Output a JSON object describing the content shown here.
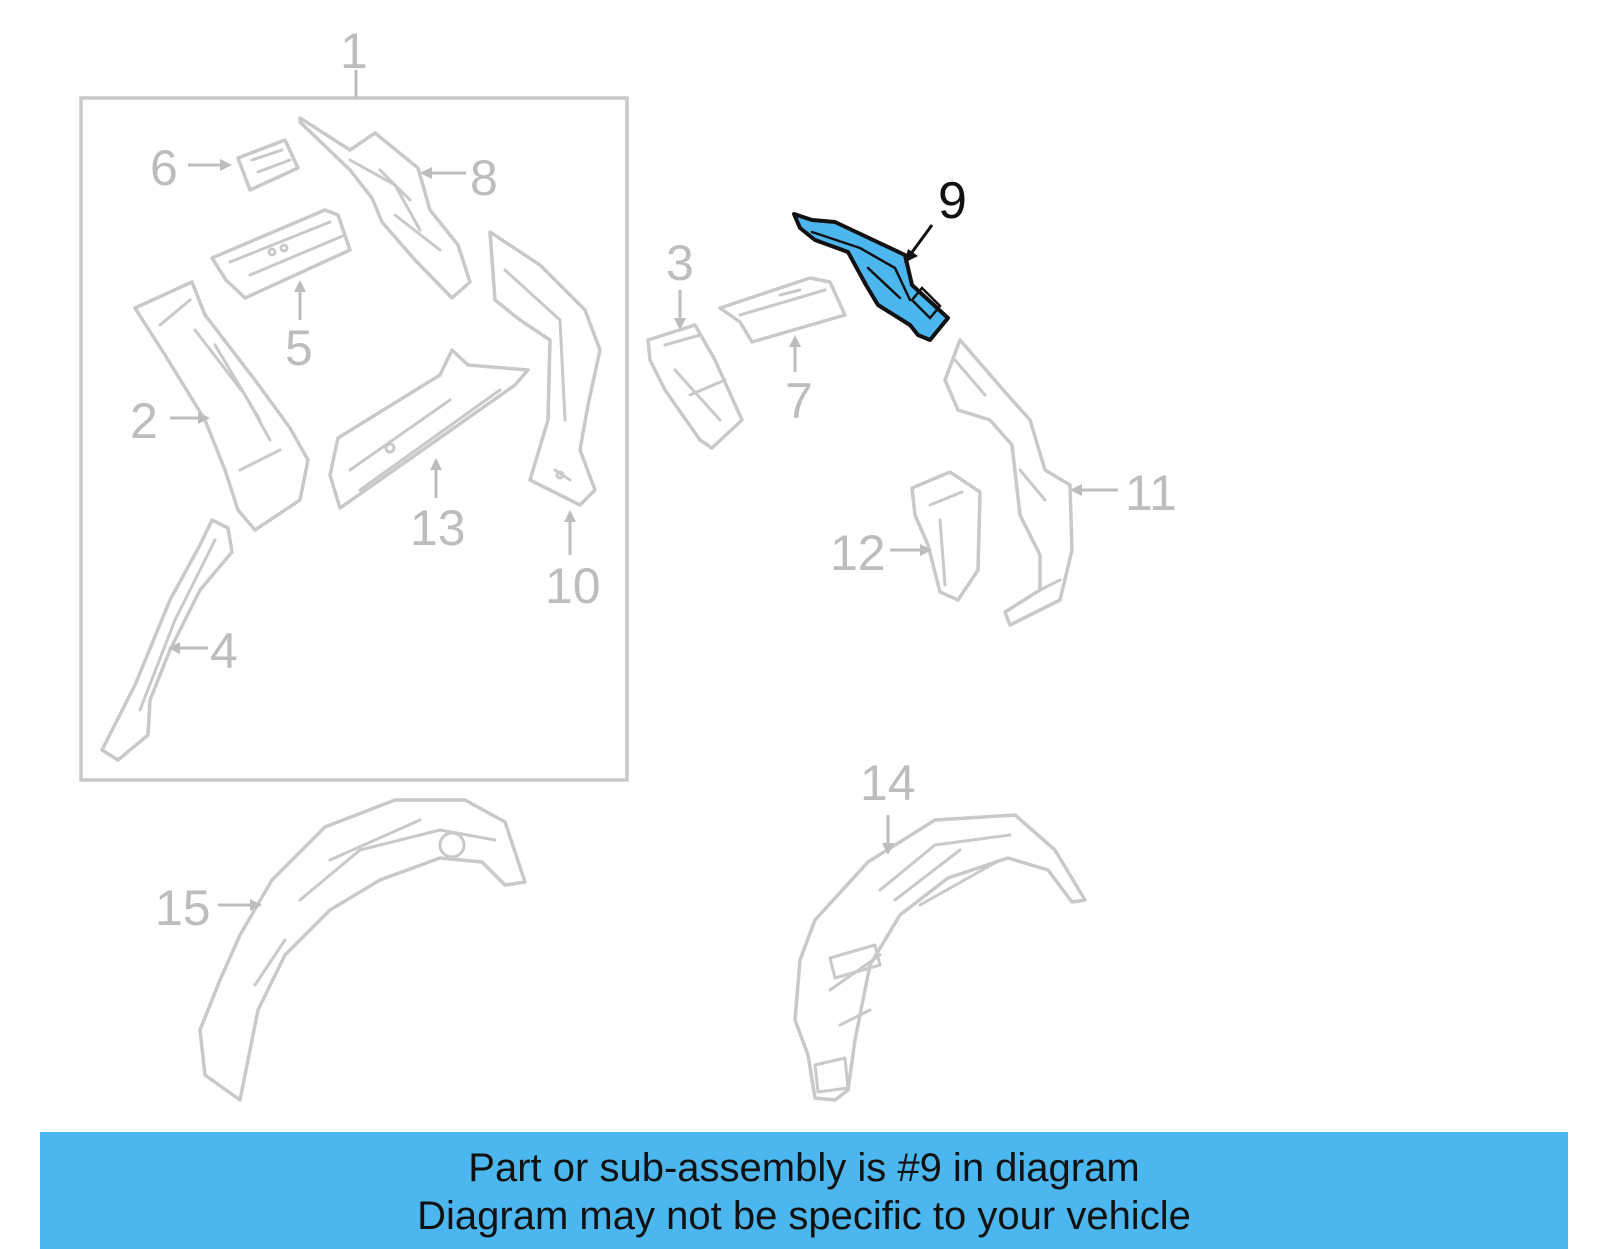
{
  "diagram": {
    "highlight_color": "#4cb6ee",
    "highlighted_part": "9",
    "callouts": {
      "c1": "1",
      "c2": "2",
      "c3": "3",
      "c4": "4",
      "c5": "5",
      "c6": "6",
      "c7": "7",
      "c8": "8",
      "c9": "9",
      "c10": "10",
      "c11": "11",
      "c12": "12",
      "c13": "13",
      "c14": "14",
      "c15": "15"
    }
  },
  "banner": {
    "line1": "Part or sub-assembly is #9 in diagram",
    "line2": "Diagram may not be specific to your vehicle"
  }
}
